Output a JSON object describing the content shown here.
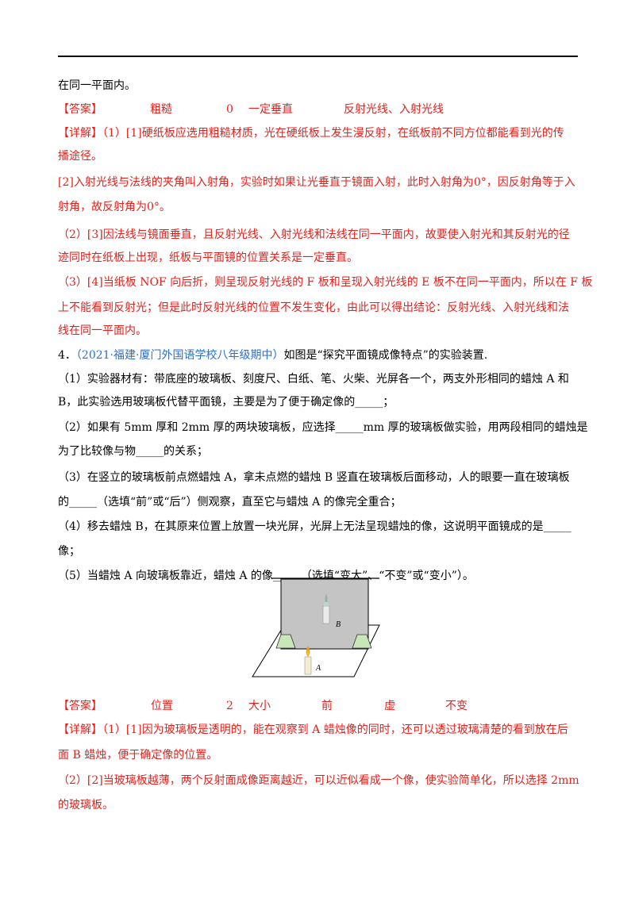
{
  "p3_tail": "在同一平面内。",
  "answer3": {
    "label": "【答案】",
    "items": [
      "粗糙",
      "0",
      "一定垂直",
      "反射光线、入射光线"
    ]
  },
  "detail3": [
    "【详解】（1）[1]硬纸板应选用粗糙材质，光在硬纸板上发生漫反射，在纸板前不同方位都能看到光的传",
    "播途径。",
    "[2]入射光线与法线的夹角叫入射角，实验时如果让光垂直于镜面入射，此时入射角为0°，因反射角等于入",
    "射角，故反射角为0°。",
    "（2）[3]因法线与镜面垂直，且反射光线、入射光线和法线在同一平面内，故要使入射光和其反射光的径",
    "迹同时在纸板上出现，纸板与平面镜的位置关系是一定垂直。",
    "（3）[4]当纸板 NOF 向后折，则呈现反射光线的 F 板和呈现入射光线的 E 板不在同一平面内，所以在 F 板",
    "上不能看到反射光；但是此时反射光线的位置不发生变化，由此可以得出结论：反射光线、入射光线和法",
    "线在同一平面内。"
  ],
  "q4": {
    "number": "4．",
    "source": "（2021·福建·厦门外国语学校八年级期中）",
    "stem": "如图是“探究平面镜成像特点”的实验装置.",
    "lines": [
      "（1）实验器材有：带底座的玻璃板、刻度尺、白纸、笔、火柴、光屏各一个，两支外形相同的蜡烛 A 和",
      "B，此实验选用玻璃板代替平面镜，主要是为了便于确定像的_____；",
      "（2）如果有 5mm 厚和 2mm 厚的两块玻璃板，应选择_____mm 厚的玻璃板做实验，用两段相同的蜡烛是",
      "为了比较像与物_____的关系；",
      "（3）在竖立的玻璃板前点燃蜡烛 A，拿未点燃的蜡烛 B 竖直在玻璃板后面移动，人的眼要一直在玻璃板",
      "的_____（选填“前”或“后”）侧观察，直至它与蜡烛 A 的像完全重合；",
      "（4）移去蜡烛 B，在其原来位置上放置一块光屏，光屏上无法呈现蜡烛的像，这说明平面镜成的是_____",
      "像；",
      "（5）当蜡烛 A 向玻璃板靠近，蜡烛 A 的像_____（选填“变大”、“不变”或“变小”）。"
    ],
    "figure_labels": {
      "b": "B",
      "a": "A"
    }
  },
  "answer4": {
    "label": "【答案】",
    "items": [
      "位置",
      "2",
      "大小",
      "前",
      "虚",
      "不变"
    ]
  },
  "detail4": [
    "【详解】（1）[1]因为玻璃板是透明的，能在观察到 A 蜡烛像的同时，还可以透过玻璃清楚的看到放在后",
    "面 B 蜡烛，便于确定像的位置。",
    "（2）[2]当玻璃板越薄，两个反射面成像距离越近，可以近似看成一个像，使实验简单化，所以选择 2mm",
    "的玻璃板。"
  ],
  "colors": {
    "answer": "#e3211c",
    "source": "#2b6fd1"
  }
}
